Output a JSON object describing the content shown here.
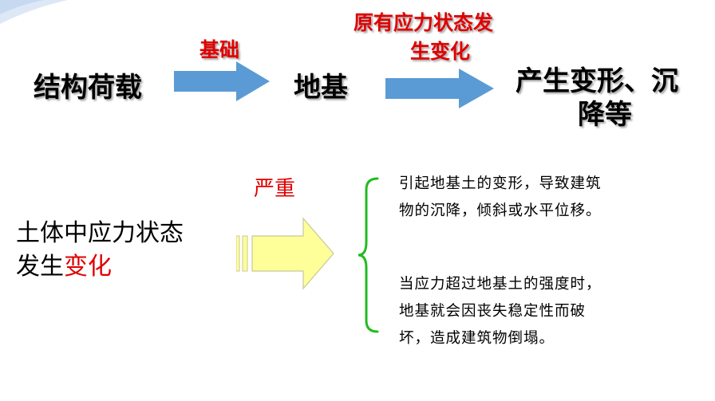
{
  "top_flow": {
    "node1": "结构荷载",
    "arrow1_label": "基础",
    "node2": "地基",
    "arrow2_label_line1": "原有应力状态发",
    "arrow2_label_line2": "生变化",
    "node3_line1": "产生变形、沉",
    "node3_line2": "降等"
  },
  "bottom_flow": {
    "left_line1": "土体中应力状态",
    "left_line2_plain": "发生",
    "left_line2_red": "变化",
    "arrow_label": "严重",
    "result1_line1": "引起地基土的变形，导致建筑",
    "result1_line2": "物的沉降，倾斜或水平位移。",
    "result2_line1": "当应力超过地基土的强度时，",
    "result2_line2": "地基就会因丧失稳定性而破",
    "result2_line3": "坏，造成建筑物倒塌。"
  },
  "colors": {
    "blue_arrow": "#5b9bd5",
    "yellow_arrow": "#ffff99",
    "brace_green": "#22bb22",
    "accent_red": "#e00000"
  }
}
